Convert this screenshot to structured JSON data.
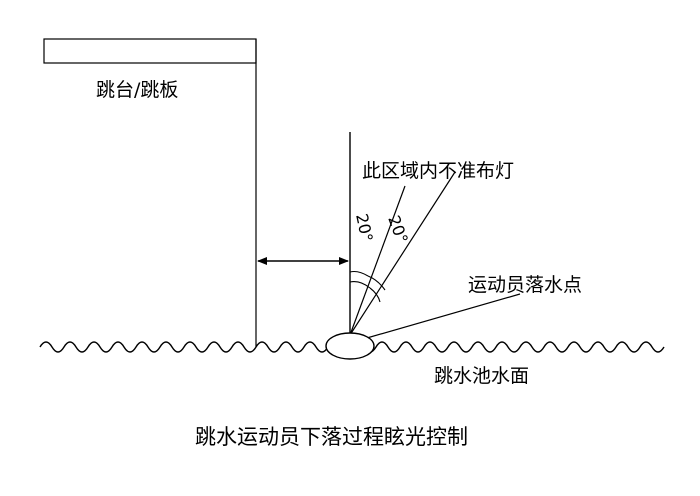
{
  "labels": {
    "platform": "跳台/跳板",
    "no_light_zone": "此区域内不准布灯",
    "angle_1": "20°",
    "angle_2": "20°",
    "entry_point": "运动员落水点",
    "water_surface": "跳水池水面"
  },
  "caption": "跳水运动员下落过程眩光控制",
  "colors": {
    "line": "#000000",
    "background": "#ffffff"
  }
}
